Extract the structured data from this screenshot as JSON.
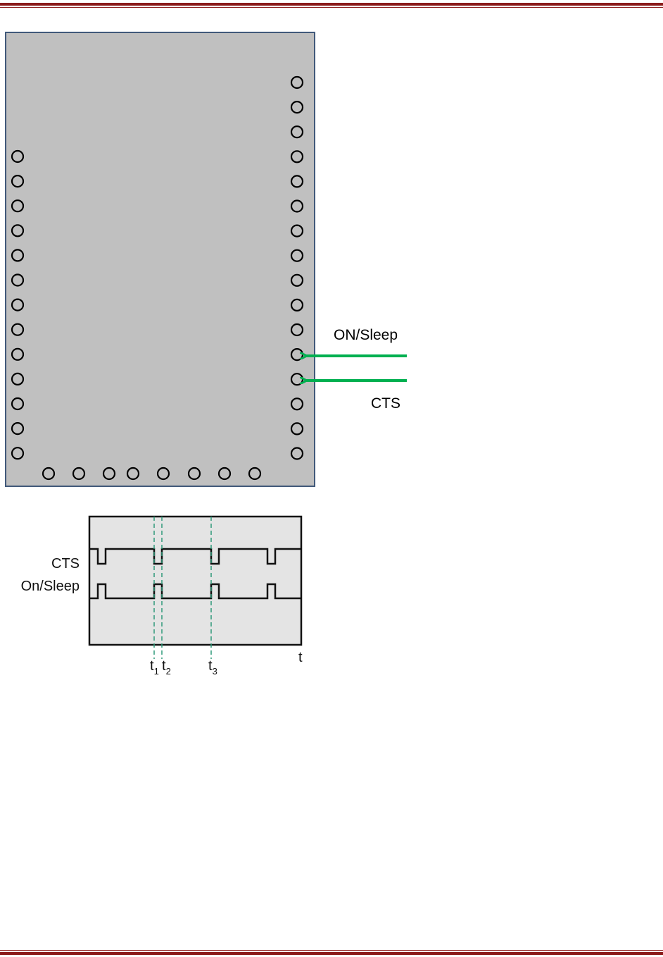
{
  "colors": {
    "page_rule": "#8b1a1a",
    "module_fill": "#c0c0c0",
    "module_border": "#41597a",
    "arrow": "#00b050",
    "timing_fill": "#e4e4e4",
    "dashed_marker": "#2f9a7a"
  },
  "module": {
    "pins_left_count": 13,
    "pins_right_count": 16,
    "pins_bottom_count": 8,
    "labels": {
      "on_sleep": "ON/Sleep",
      "cts": "CTS"
    }
  },
  "timing": {
    "signals": {
      "cts": "CTS",
      "on_sleep": "On/Sleep"
    },
    "axis_label": "t",
    "markers": [
      {
        "name": "t",
        "sub": "1"
      },
      {
        "name": "t",
        "sub": "2"
      },
      {
        "name": "t",
        "sub": "3"
      }
    ]
  }
}
